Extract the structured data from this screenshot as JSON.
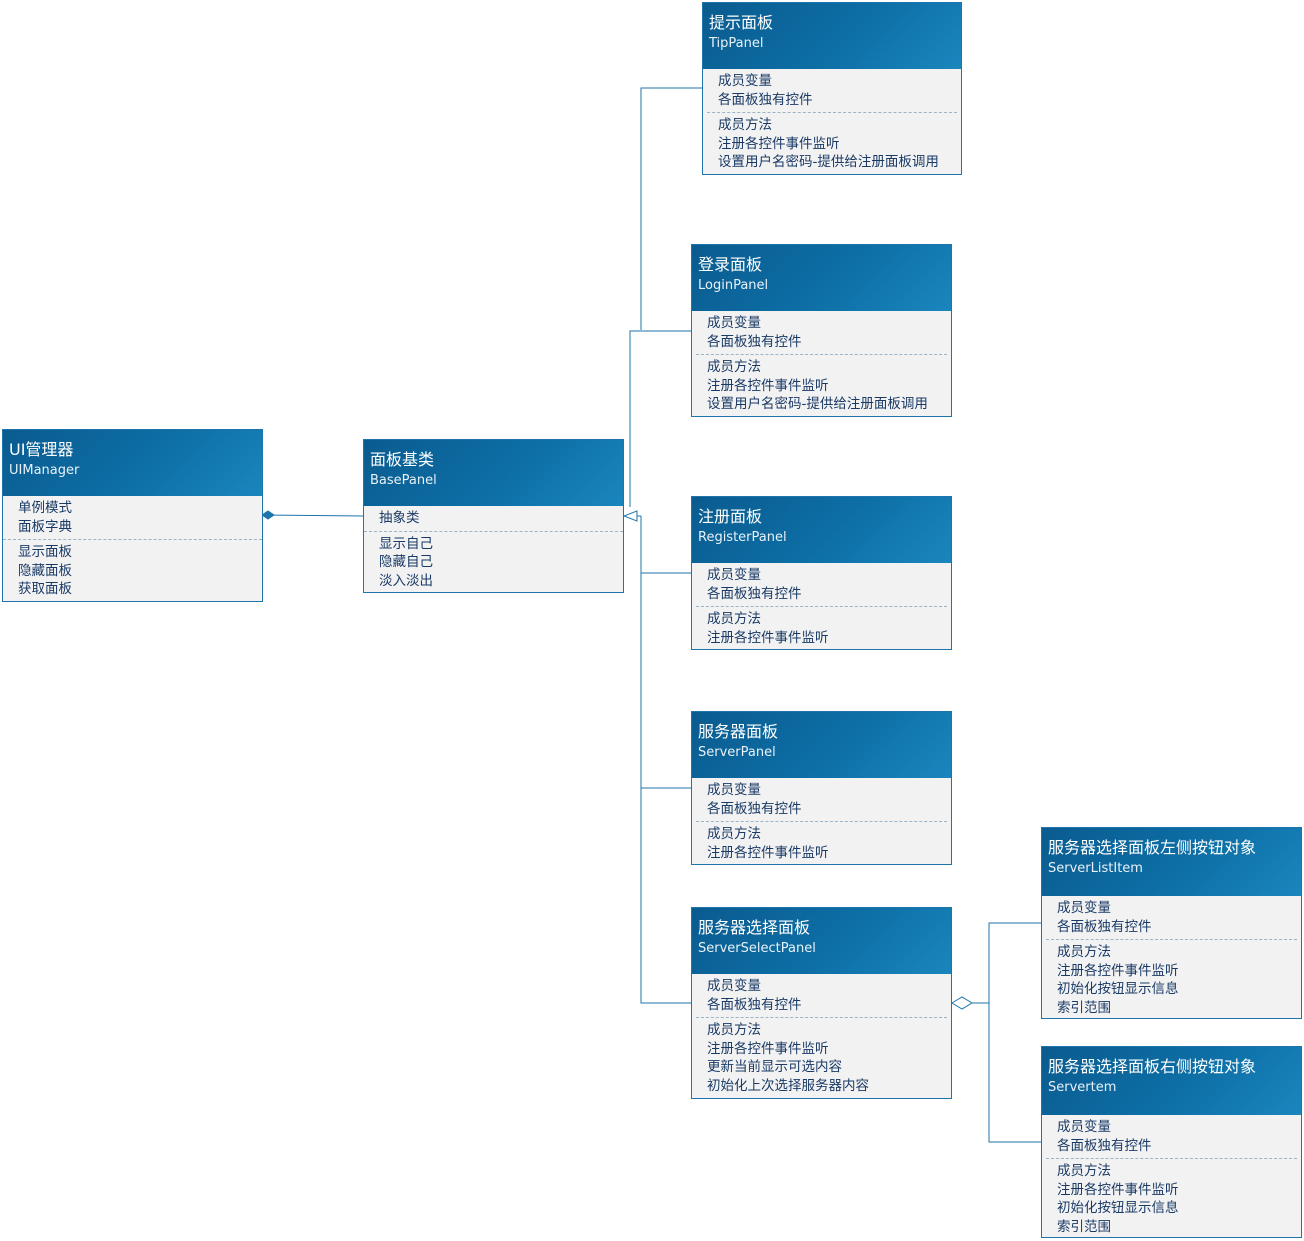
{
  "classes": {
    "ui_manager": {
      "title": "UI管理器",
      "subtitle": "UIManager",
      "members": [
        "单例模式",
        "面板字典"
      ],
      "methods": [
        "显示面板",
        "隐藏面板",
        "获取面板"
      ]
    },
    "base_panel": {
      "title": "面板基类",
      "subtitle": "BasePanel",
      "members": [
        "抽象类"
      ],
      "methods": [
        "显示自己",
        "隐藏自己",
        "淡入淡出"
      ]
    },
    "tip_panel": {
      "title": "提示面板",
      "subtitle": "TipPanel",
      "members": [
        "成员变量",
        "各面板独有控件"
      ],
      "methods": [
        "成员方法",
        "注册各控件事件监听",
        "设置用户名密码-提供给注册面板调用"
      ]
    },
    "login_panel": {
      "title": "登录面板",
      "subtitle": "LoginPanel",
      "members": [
        "成员变量",
        "各面板独有控件"
      ],
      "methods": [
        "成员方法",
        "注册各控件事件监听",
        "设置用户名密码-提供给注册面板调用"
      ]
    },
    "register_panel": {
      "title": "注册面板",
      "subtitle": "RegisterPanel",
      "members": [
        "成员变量",
        "各面板独有控件"
      ],
      "methods": [
        "成员方法",
        "注册各控件事件监听"
      ]
    },
    "server_panel": {
      "title": "服务器面板",
      "subtitle": "ServerPanel",
      "members": [
        "成员变量",
        "各面板独有控件"
      ],
      "methods": [
        "成员方法",
        "注册各控件事件监听"
      ]
    },
    "server_select_panel": {
      "title": "服务器选择面板",
      "subtitle": "ServerSelectPanel",
      "members": [
        "成员变量",
        "各面板独有控件"
      ],
      "methods": [
        "成员方法",
        "注册各控件事件监听",
        "更新当前显示可选内容",
        "初始化上次选择服务器内容"
      ]
    },
    "server_list_item": {
      "title": "服务器选择面板左侧按钮对象",
      "subtitle": "ServerListItem",
      "members": [
        "成员变量",
        "各面板独有控件"
      ],
      "methods": [
        "成员方法",
        "注册各控件事件监听",
        "初始化按钮显示信息",
        "索引范围"
      ]
    },
    "server_item": {
      "title": "服务器选择面板右侧按钮对象",
      "subtitle": "Servertem",
      "members": [
        "成员变量",
        "各面板独有控件"
      ],
      "methods": [
        "成员方法",
        "注册各控件事件监听",
        "初始化按钮显示信息",
        "索引范围"
      ]
    }
  },
  "colors": {
    "header": "#0d6fa6",
    "body": "#f2f2f2",
    "border": "#1e74ab",
    "text": "#1a3a66",
    "connector": "#1e74ab"
  }
}
